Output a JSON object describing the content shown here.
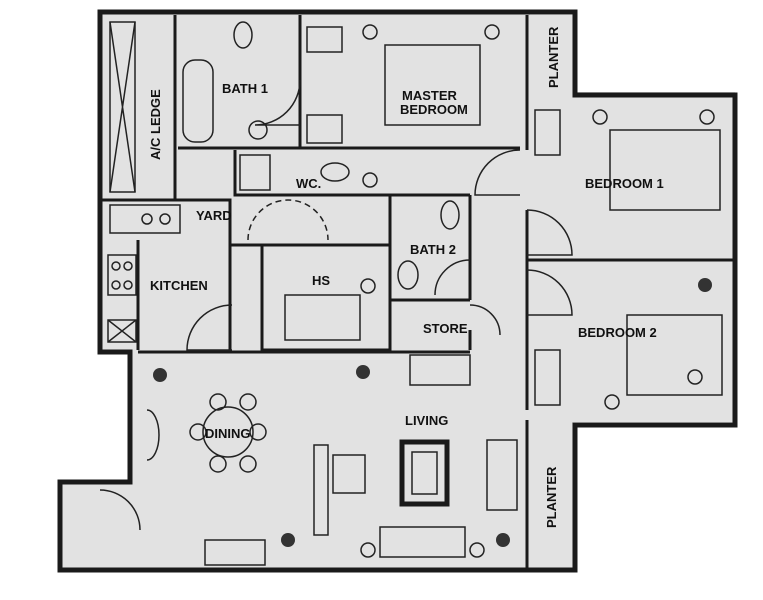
{
  "floor_plan": {
    "rooms": {
      "ac_ledge": "A/C LEDGE",
      "bath1": "BATH 1",
      "master_line1": "MASTER",
      "master_line2": "BEDROOM",
      "planter_top": "PLANTER",
      "bedroom1": "BEDROOM 1",
      "yard": "YARD",
      "wc": "WC.",
      "bath2": "BATH 2",
      "kitchen": "KITCHEN",
      "hs": "HS",
      "store": "STORE",
      "bedroom2": "BEDROOM 2",
      "dining": "DINING",
      "living": "LIVING",
      "planter_bottom": "PLANTER"
    }
  }
}
